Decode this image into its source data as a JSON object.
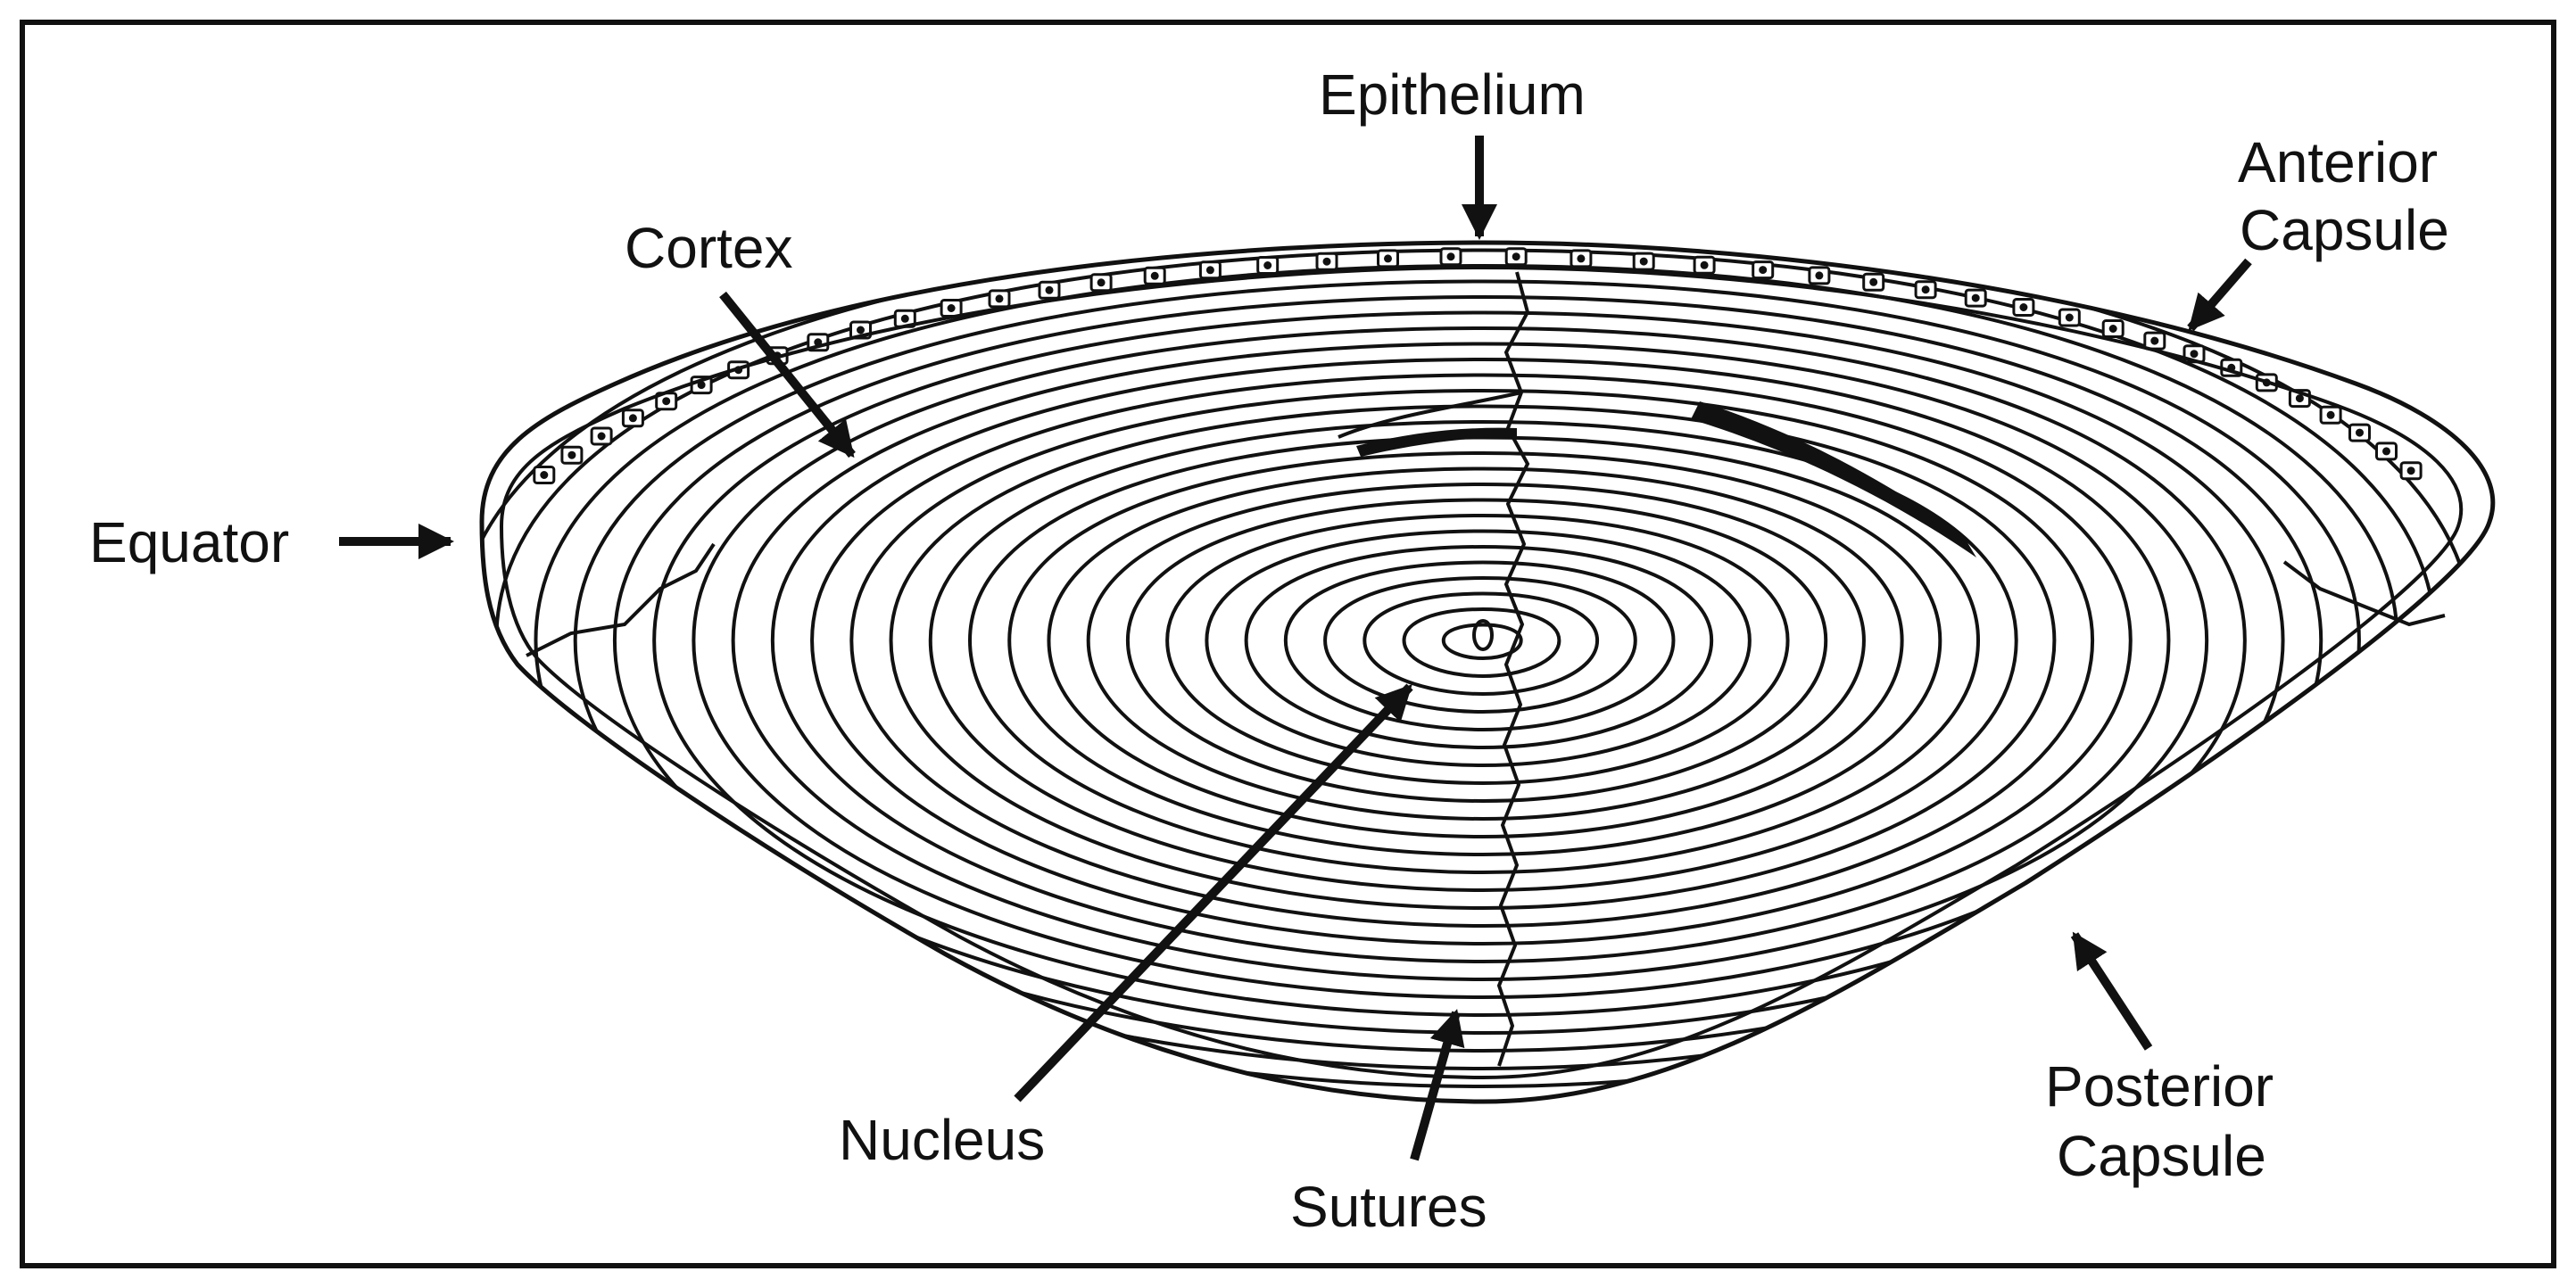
{
  "labels": {
    "epithelium": "Epithelium",
    "anterior_capsule": [
      "Anterior",
      "Capsule"
    ],
    "cortex": "Cortex",
    "equator": "Equator",
    "nucleus": "Nucleus",
    "sutures": "Sutures",
    "posterior_capsule": [
      "Posterior",
      "Capsule"
    ]
  },
  "colors": {
    "ink": "#111111",
    "background": "#ffffff"
  }
}
